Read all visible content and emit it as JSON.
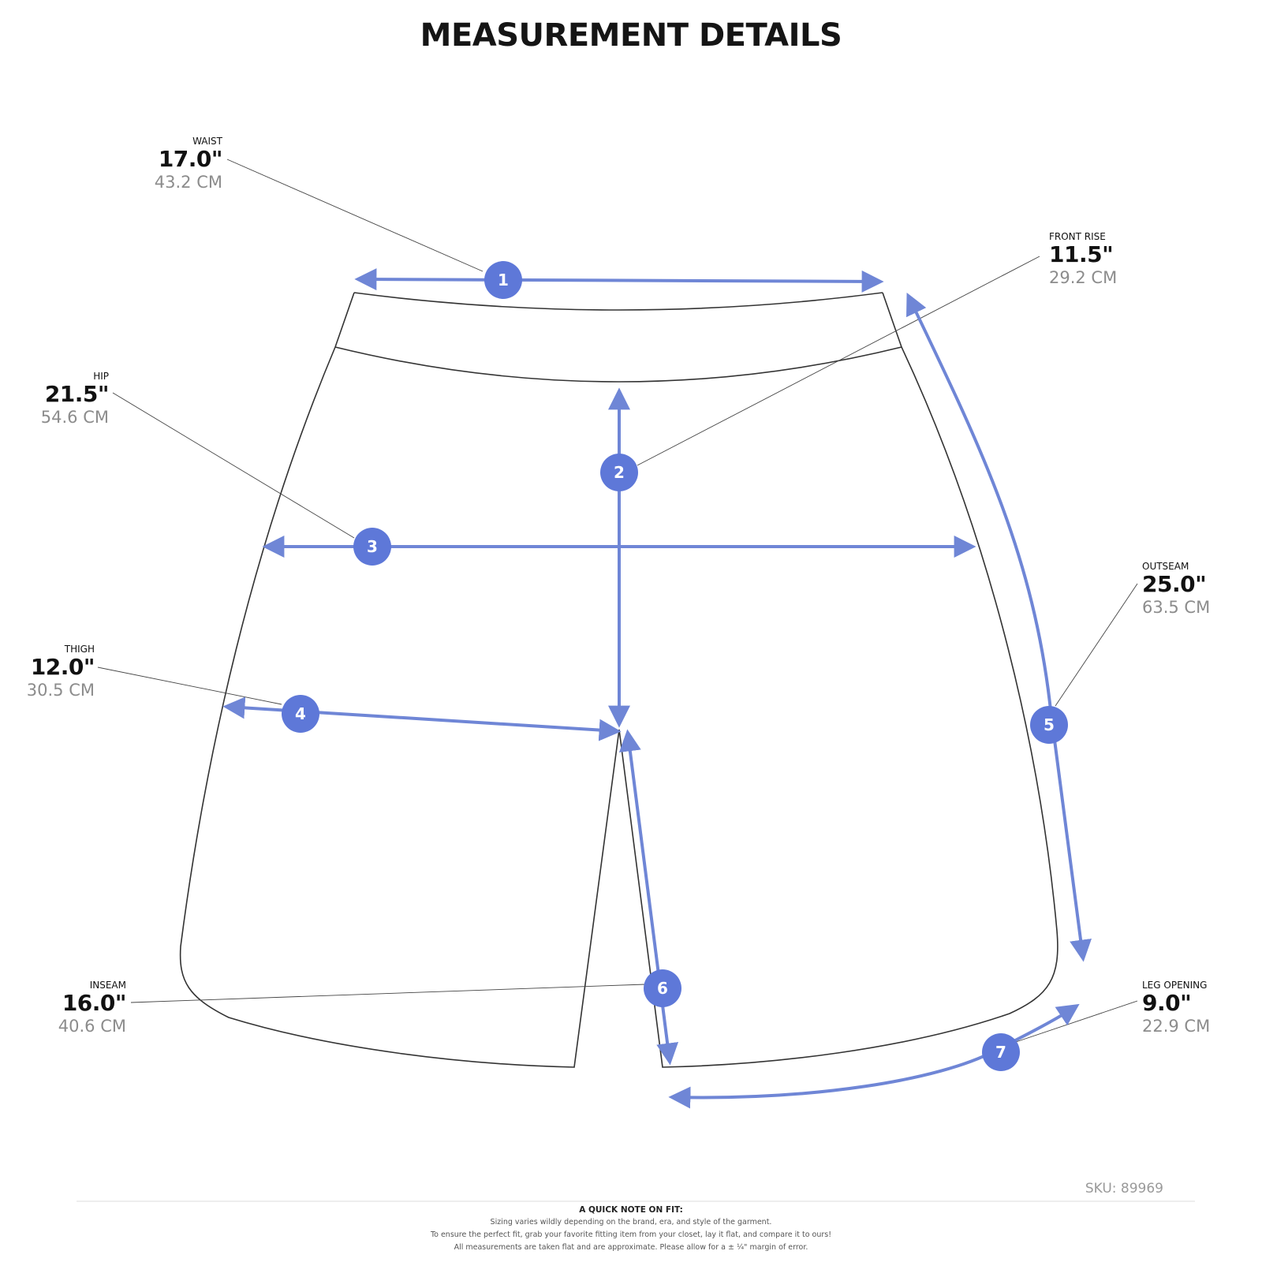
{
  "title": "MEASUREMENT DETAILS",
  "accent_color": "#6f86d6",
  "outline_color": "#333333",
  "measurements": [
    {
      "num": "1",
      "name": "WAIST",
      "inches": "17.0\"",
      "cm": "43.2 CM"
    },
    {
      "num": "2",
      "name": "FRONT RISE",
      "inches": "11.5\"",
      "cm": "29.2 CM"
    },
    {
      "num": "3",
      "name": "HIP",
      "inches": "21.5\"",
      "cm": "54.6 CM"
    },
    {
      "num": "4",
      "name": "THIGH",
      "inches": "12.0\"",
      "cm": "30.5 CM"
    },
    {
      "num": "5",
      "name": "OUTSEAM",
      "inches": "25.0\"",
      "cm": "63.5 CM"
    },
    {
      "num": "6",
      "name": "INSEAM",
      "inches": "16.0\"",
      "cm": "40.6 CM"
    },
    {
      "num": "7",
      "name": "LEG OPENING",
      "inches": "9.0\"",
      "cm": "22.9 CM"
    }
  ],
  "sku": "SKU: 89969",
  "fit_note": {
    "heading": "A QUICK NOTE ON FIT:",
    "lines": [
      "Sizing varies wildly depending on the brand, era, and style of the garment.",
      "To ensure the perfect fit, grab your favorite fitting item from your closet, lay it flat, and compare it to ours!",
      "All measurements are taken flat and are approximate. Please allow for a ± ¼\" margin of error."
    ]
  }
}
